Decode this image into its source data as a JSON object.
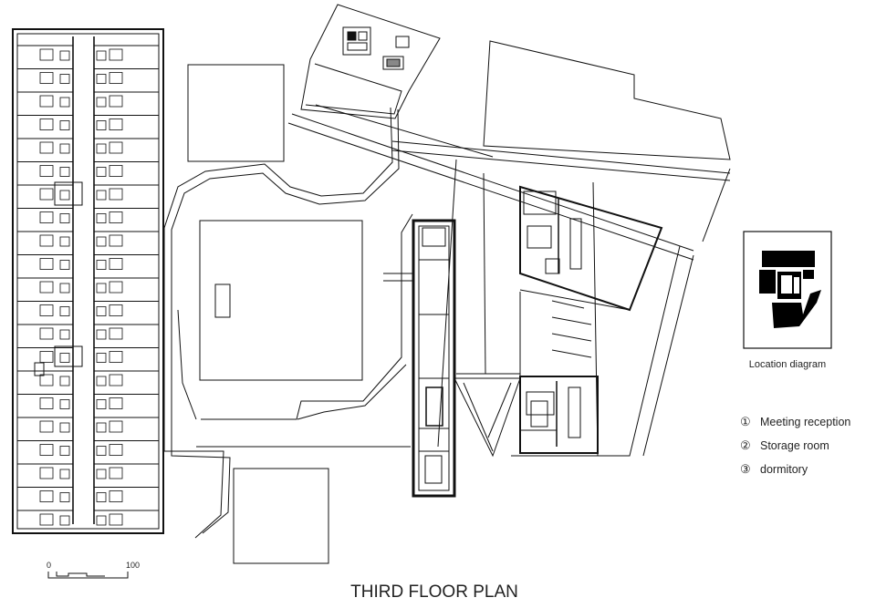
{
  "title": "THIRD FLOOR PLAN",
  "location_diagram": {
    "caption": "Location diagram"
  },
  "legend": [
    {
      "marker": "①",
      "label": "Meeting reception"
    },
    {
      "marker": "②",
      "label": "Storage room"
    },
    {
      "marker": "③",
      "label": "dormitory"
    }
  ],
  "scale_bar": {
    "start_label": "0",
    "end_label": "100"
  },
  "colors": {
    "ink": "#111111",
    "fill": "#000000",
    "paper": "#ffffff"
  }
}
